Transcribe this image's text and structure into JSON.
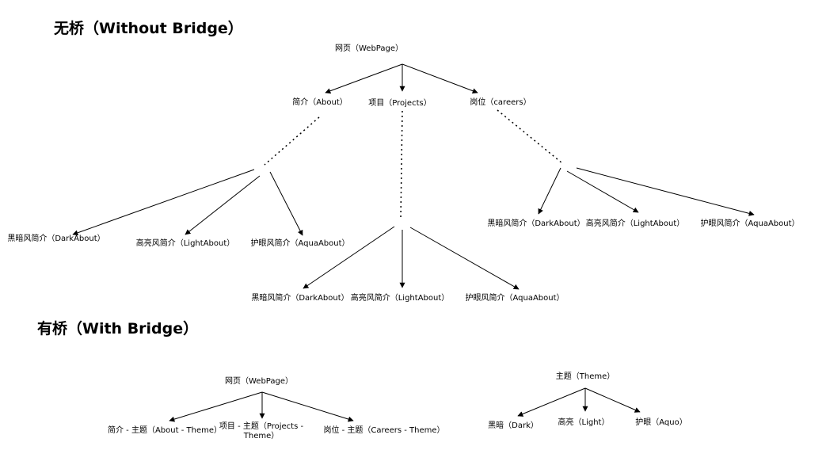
{
  "sections": {
    "without": {
      "title": "无桥（Without Bridge）"
    },
    "with": {
      "title": "有桥（With Bridge）"
    }
  },
  "nodes": {
    "wb_root": "网页（WebPage）",
    "wb_about": "简介（About）",
    "wb_projects": "项目（Projects）",
    "wb_careers": "岗位（careers）",
    "wb_about_dark": "黑暗风简介（DarkAbout）",
    "wb_about_light": "高亮风简介（LightAbout）",
    "wb_about_aqua": "护眼风简介（AquaAbout）",
    "wb_proj_dark": "黑暗风简介（DarkAbout）",
    "wb_proj_light": "高亮风简介（LightAbout）",
    "wb_proj_aqua": "护眼风简介（AquaAbout）",
    "wb_car_dark": "黑暗风简介（DarkAbout）",
    "wb_car_light": "高亮风简介（LightAbout）",
    "wb_car_aqua": "护眼风简介（AquaAbout）",
    "b_root": "网页（WebPage）",
    "b_about": "简介 - 主题（About - Theme）",
    "b_projects_1": "项目 - 主题（Projects -",
    "b_projects_2": "Theme）",
    "b_careers": "岗位 - 主题（Careers - Theme）",
    "b_theme": "主题（Theme）",
    "b_dark": "黑暗（Dark）",
    "b_light": "高亮（Light）",
    "b_aquo": "护眼（Aquo）"
  },
  "colors": {
    "line": "#000000",
    "text": "#000000",
    "background": "#ffffff"
  }
}
